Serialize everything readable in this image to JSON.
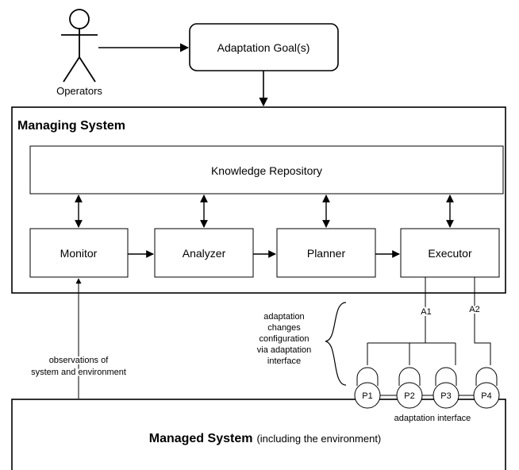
{
  "actor": {
    "label": "Operators"
  },
  "goal": {
    "label": "Adaptation Goal(s)"
  },
  "managing_system": {
    "title": "Managing System",
    "knowledge": "Knowledge Repository",
    "components": [
      "Monitor",
      "Analyzer",
      "Planner",
      "Executor"
    ]
  },
  "annotations": {
    "observations": [
      "observations of",
      "system and environment"
    ],
    "adaptation_changes": [
      "adaptation",
      "changes",
      "configuration",
      "via adaptation",
      "interface"
    ],
    "a1": "A1",
    "a2": "A2",
    "interface_label": "adaptation interface"
  },
  "ports": [
    "P1",
    "P2",
    "P3",
    "P4"
  ],
  "managed_system": {
    "title": "Managed System",
    "subtitle": "(including the environment)"
  }
}
